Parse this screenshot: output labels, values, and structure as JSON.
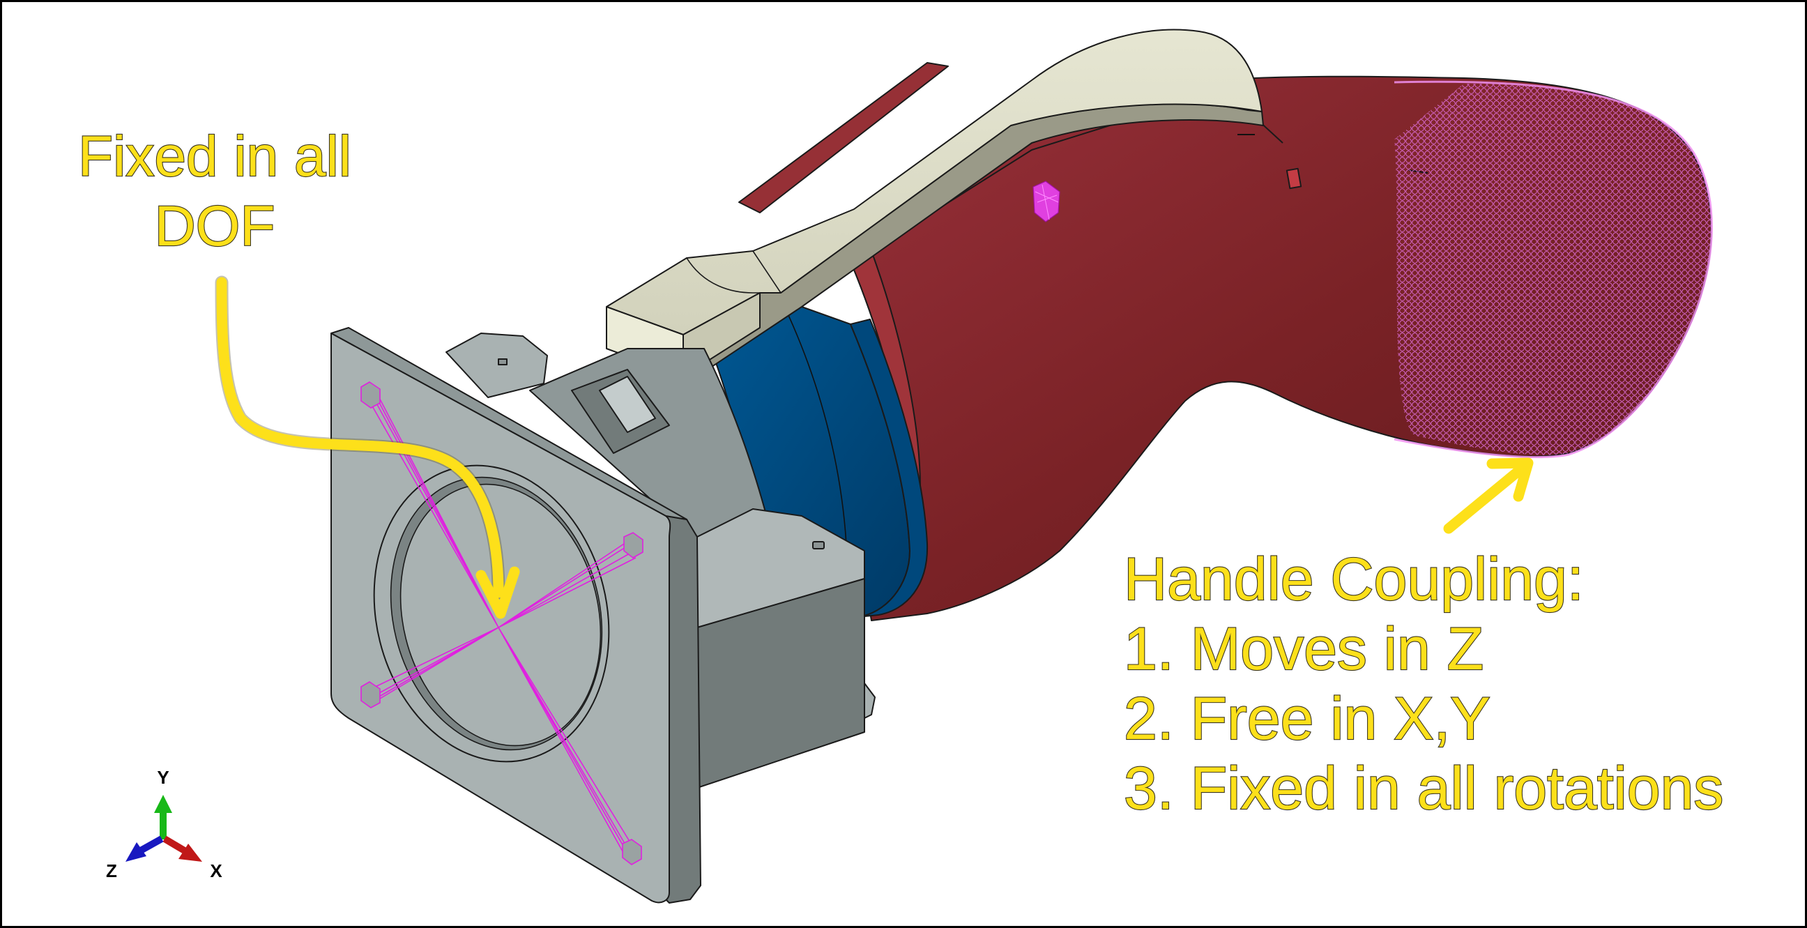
{
  "figure": {
    "type": "FEA model annotation (boundary conditions)",
    "background": "#ffffff",
    "border_color": "#000000"
  },
  "annotations": {
    "fixed": {
      "line1": "Fixed in all",
      "line2": "DOF",
      "color": "#fde01a"
    },
    "handle": {
      "title": "Handle Coupling:",
      "items": [
        "1. Moves in Z",
        "2. Free in X,Y",
        "3. Fixed in all rotations"
      ],
      "color": "#fde01a"
    }
  },
  "parts": {
    "mount_plate": {
      "color": "#a9b2b2",
      "shade": "#727b7a"
    },
    "blue_ring": {
      "color": "#00508a",
      "shade": "#00365e"
    },
    "handle_lever": {
      "color": "#dcdcc6",
      "shade": "#9a9a88"
    },
    "red_shell": {
      "color": "#7a2226",
      "highlight": "#963036"
    },
    "coupling_constraint_color": "#e020e0"
  },
  "triad": {
    "y_label": "Y",
    "x_label": "X",
    "z_label": "Z",
    "y_color": "#18b818",
    "x_color": "#c01818",
    "z_color": "#1818c0"
  }
}
